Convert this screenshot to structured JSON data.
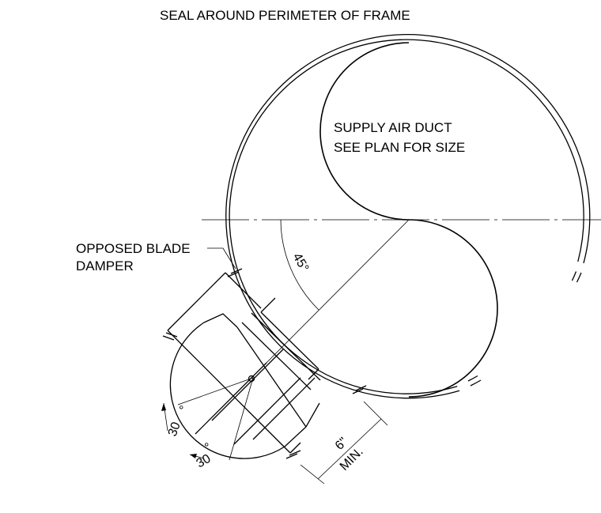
{
  "notes": {
    "seal": "SEAL AROUND PERIMETER OF FRAME",
    "duct_line1": "SUPPLY AIR DUCT",
    "duct_line2": "SEE PLAN FOR SIZE",
    "damper_line1": "OPPOSED BLADE",
    "damper_line2": "DAMPER"
  },
  "dimensions": {
    "angle_45": "45°",
    "angle_30_a": "30",
    "angle_30_b": "30",
    "degree_mark": "°",
    "min_distance": "6\"",
    "min_label": "MIN."
  }
}
